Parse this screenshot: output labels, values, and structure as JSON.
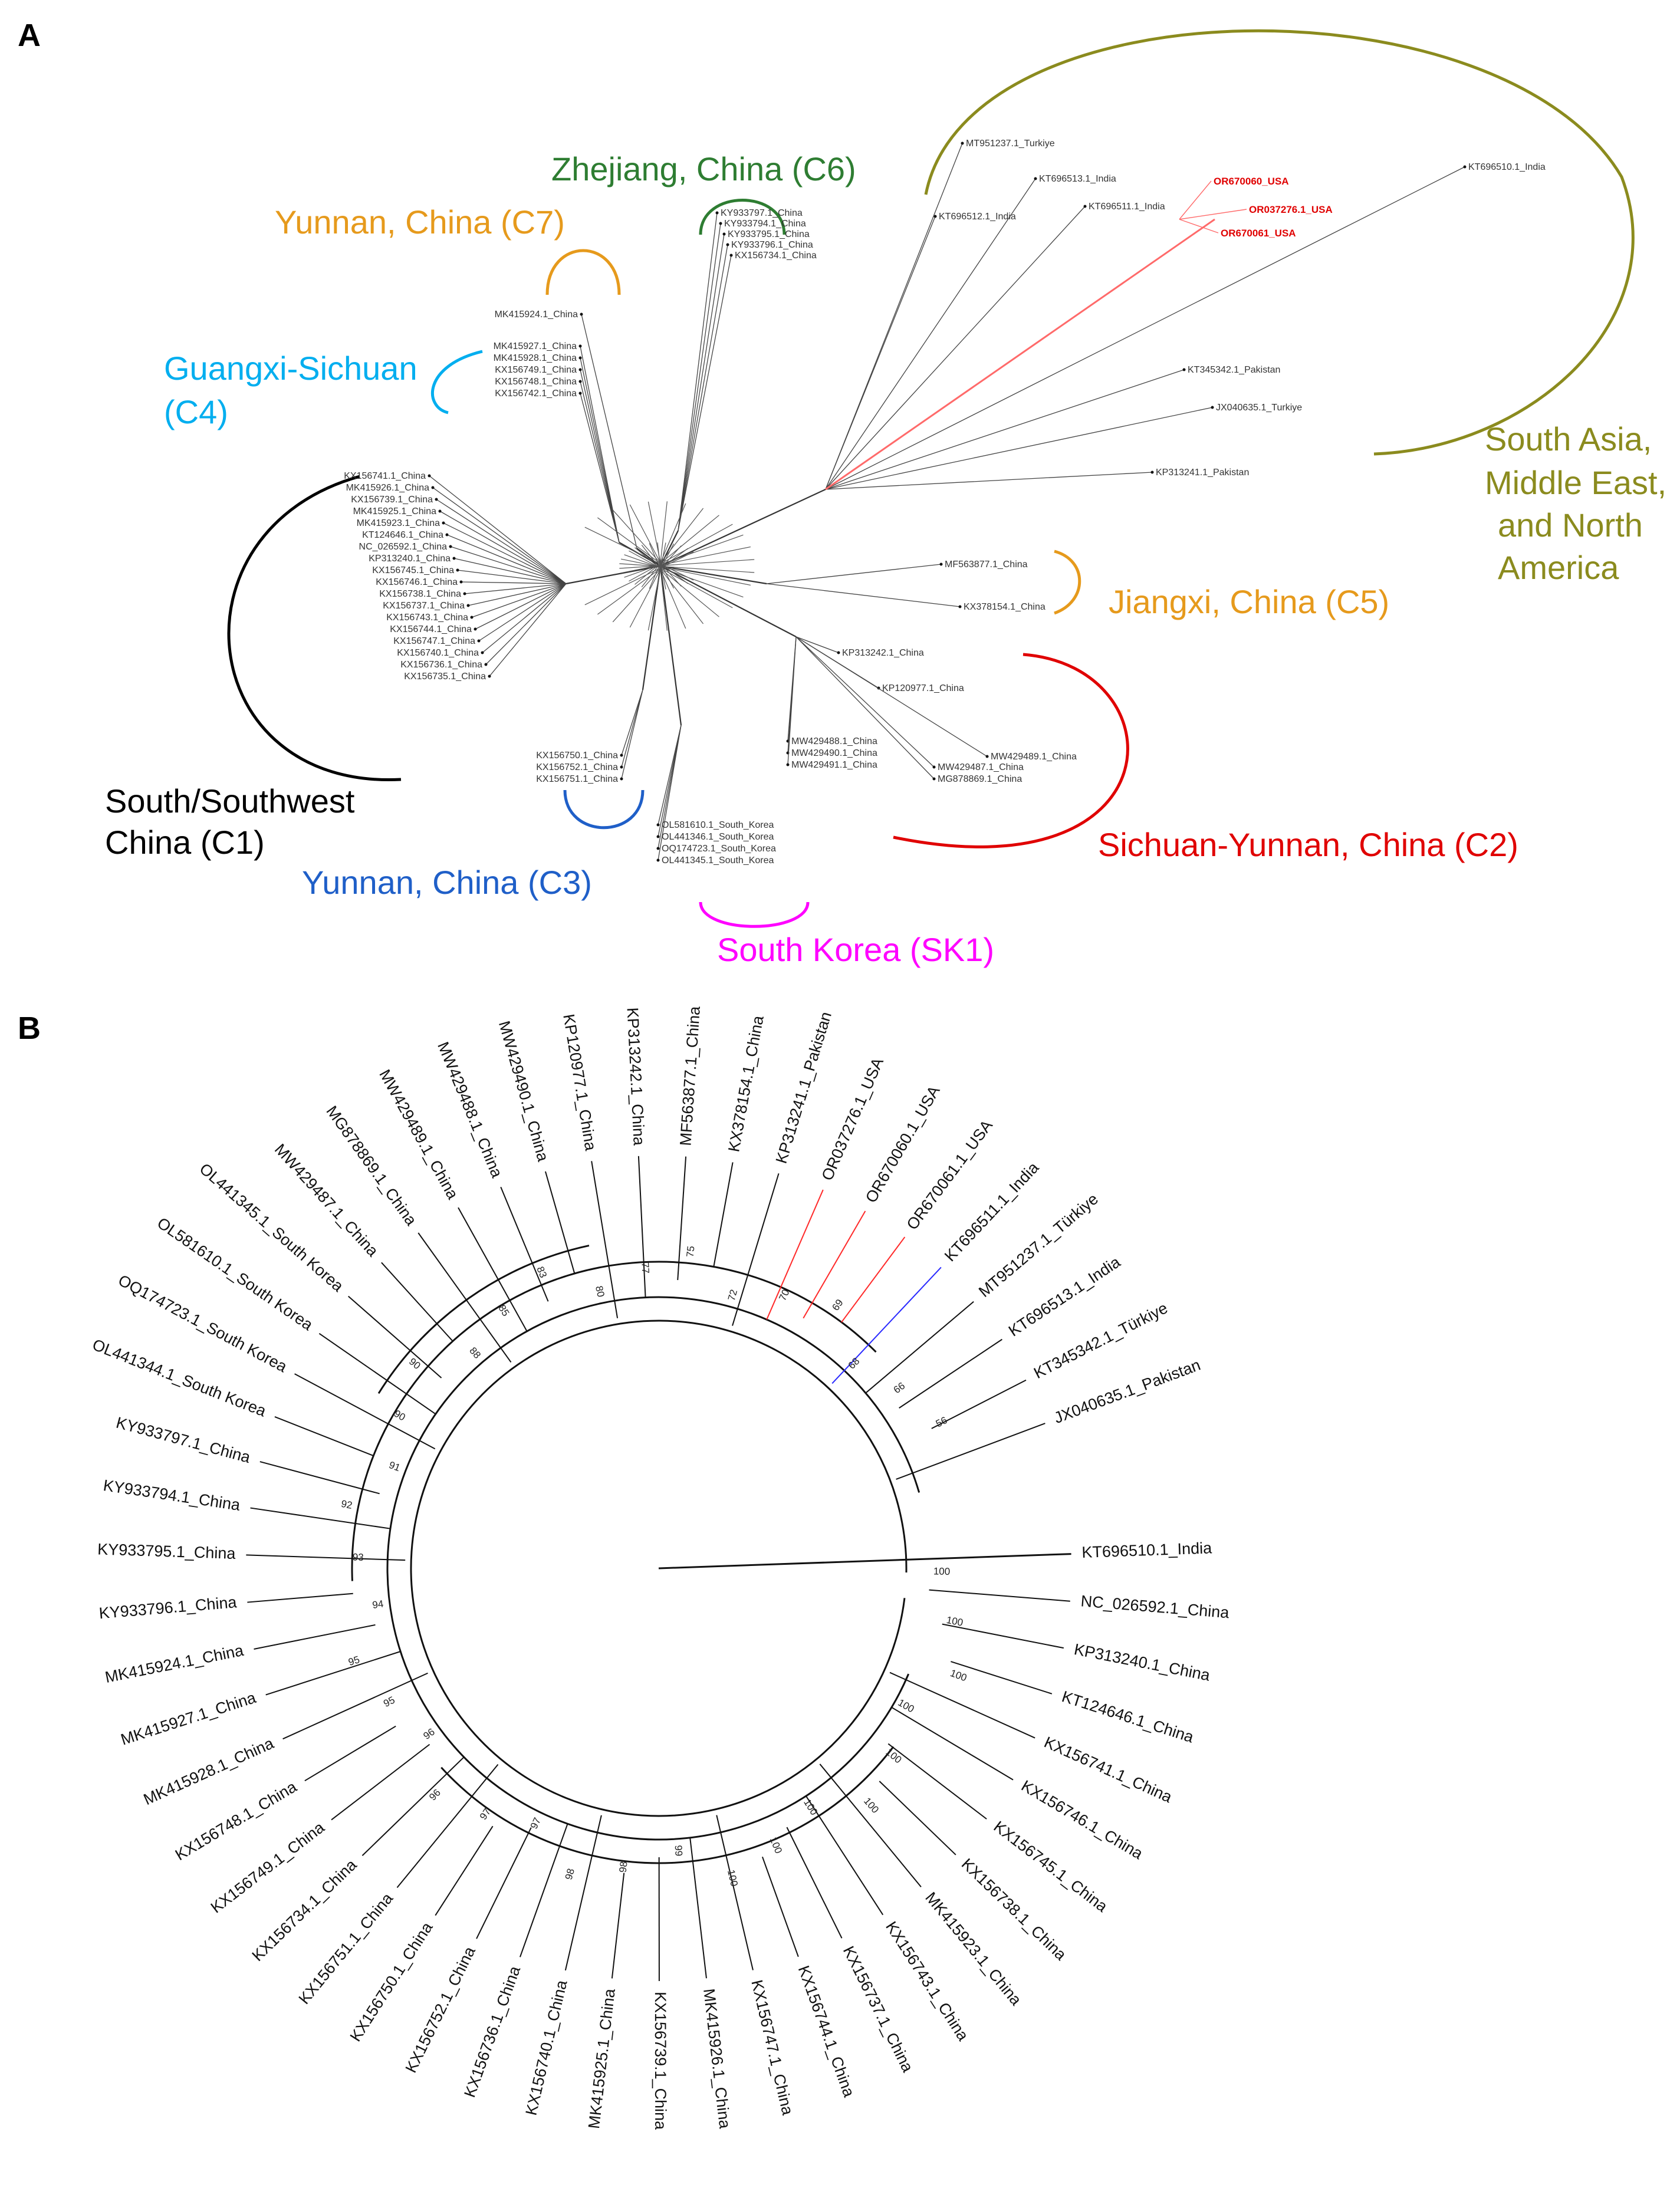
{
  "panels": {
    "a": {
      "letter": "A",
      "groups": [
        {
          "id": "c1",
          "label_lines": [
            "South/Southwest",
            "China (C1)"
          ],
          "color": "#000000",
          "tips": [
            "KX156741.1_China",
            "MK415926.1_China",
            "KX156739.1_China",
            "MK415925.1_China",
            "MK415923.1_China",
            "KT124646.1_China",
            "NC_026592.1_China",
            "KP313240.1_China",
            "KX156745.1_China",
            "KX156746.1_China",
            "KX156738.1_China",
            "KX156737.1_China",
            "KX156743.1_China",
            "KX156744.1_China",
            "KX156747.1_China",
            "KX156740.1_China",
            "KX156736.1_China",
            "KX156735.1_China"
          ]
        },
        {
          "id": "c3",
          "label_lines": [
            "Yunnan, China (C3)"
          ],
          "color": "#1f5fc8",
          "tips": [
            "KX156750.1_China",
            "KX156752.1_China",
            "KX156751.1_China"
          ]
        },
        {
          "id": "sk1",
          "label_lines": [
            "South Korea (SK1)"
          ],
          "color": "#ff00ff",
          "tips": [
            "OL581610.1_South_Korea",
            "OL441346.1_South_Korea",
            "OQ174723.1_South_Korea",
            "OL441345.1_South_Korea"
          ]
        },
        {
          "id": "c2",
          "label_lines": [
            "Sichuan-Yunnan, China (C2)"
          ],
          "color": "#e00000",
          "tips": [
            "KP313242.1_China",
            "KP120977.1_China",
            "MW429488.1_China",
            "MW429490.1_China",
            "MW429491.1_China",
            "MW429489.1_China",
            "MW429487.1_China",
            "MG878869.1_China"
          ]
        },
        {
          "id": "c5",
          "label_lines": [
            "Jiangxi, China (C5)"
          ],
          "color": "#e69a1c",
          "tips": [
            "MF563877.1_China",
            "KX378154.1_China"
          ]
        },
        {
          "id": "c4",
          "label_lines": [
            "Guangxi-Sichuan",
            "(C4)"
          ],
          "color": "#00aeef",
          "tips": [
            "MK415927.1_China",
            "MK415928.1_China",
            "KX156749.1_China",
            "KX156748.1_China",
            "KX156742.1_China"
          ]
        },
        {
          "id": "c7",
          "label_lines": [
            "Yunnan, China (C7)"
          ],
          "color": "#e69a1c",
          "tips": [
            "MK415924.1_China"
          ]
        },
        {
          "id": "c6",
          "label_lines": [
            "Zhejiang, China (C6)"
          ],
          "color": "#2e7d32",
          "tips": [
            "KY933797.1_China",
            "KY933794.1_China",
            "KY933795.1_China",
            "KY933796.1_China",
            "KX156734.1_China"
          ]
        },
        {
          "id": "sa",
          "label_lines": [
            "South Asia,",
            "Middle East,",
            "and North",
            "America"
          ],
          "color": "#8b8b1e",
          "tips": [
            "KT696512.1_India",
            "MT951237.1_Turkiye",
            "KT696513.1_India",
            "KT696511.1_India",
            "KT696510.1_India",
            "KT345342.1_Pakistan",
            "JX040635.1_Turkiye",
            "KP313241.1_Pakistan"
          ]
        }
      ],
      "highlight_tips": [
        "OR670060_USA",
        "OR037276.1_USA",
        "OR670061_USA"
      ],
      "highlight_color": "#e00000"
    },
    "b": {
      "letter": "B",
      "leaves": [
        {
          "name": "KT696510.1_India",
          "color": "#111111"
        },
        {
          "name": "NC_026592.1_China",
          "color": "#111111"
        },
        {
          "name": "KP313240.1_China",
          "color": "#111111"
        },
        {
          "name": "KT124646.1_China",
          "color": "#111111"
        },
        {
          "name": "KX156741.1_China",
          "color": "#111111"
        },
        {
          "name": "KX156746.1_China",
          "color": "#111111"
        },
        {
          "name": "KX156745.1_China",
          "color": "#111111"
        },
        {
          "name": "KX156738.1_China",
          "color": "#111111"
        },
        {
          "name": "MK415923.1_China",
          "color": "#111111"
        },
        {
          "name": "KX156743.1_China",
          "color": "#111111"
        },
        {
          "name": "KX156737.1_China",
          "color": "#111111"
        },
        {
          "name": "KX156744.1_China",
          "color": "#111111"
        },
        {
          "name": "KX156747.1_China",
          "color": "#111111"
        },
        {
          "name": "MK415926.1_China",
          "color": "#111111"
        },
        {
          "name": "KX156739.1_China",
          "color": "#111111"
        },
        {
          "name": "MK415925.1_China",
          "color": "#111111"
        },
        {
          "name": "KX156740.1_China",
          "color": "#111111"
        },
        {
          "name": "KX156736.1_China",
          "color": "#111111"
        },
        {
          "name": "KX156752.1_China",
          "color": "#111111"
        },
        {
          "name": "KX156750.1_China",
          "color": "#111111"
        },
        {
          "name": "KX156751.1_China",
          "color": "#111111"
        },
        {
          "name": "KX156734.1_China",
          "color": "#111111"
        },
        {
          "name": "KX156749.1_China",
          "color": "#111111"
        },
        {
          "name": "KX156748.1_China",
          "color": "#111111"
        },
        {
          "name": "MK415928.1_China",
          "color": "#111111"
        },
        {
          "name": "MK415927.1_China",
          "color": "#111111"
        },
        {
          "name": "MK415924.1_China",
          "color": "#111111"
        },
        {
          "name": "KY933796.1_China",
          "color": "#111111"
        },
        {
          "name": "KY933795.1_China",
          "color": "#111111"
        },
        {
          "name": "KY933794.1_China",
          "color": "#111111"
        },
        {
          "name": "KY933797.1_China",
          "color": "#111111"
        },
        {
          "name": "OL441344.1_South Korea",
          "color": "#111111"
        },
        {
          "name": "OQ174723.1_South Korea",
          "color": "#111111"
        },
        {
          "name": "OL581610.1_South Korea",
          "color": "#111111"
        },
        {
          "name": "OL441345.1_South Korea",
          "color": "#111111"
        },
        {
          "name": "MW429487.1_China",
          "color": "#111111"
        },
        {
          "name": "MG878869.1_China",
          "color": "#111111"
        },
        {
          "name": "MW429489.1_China",
          "color": "#111111"
        },
        {
          "name": "MW429488.1_China",
          "color": "#111111"
        },
        {
          "name": "MW429490.1_China",
          "color": "#111111"
        },
        {
          "name": "KP120977.1_China",
          "color": "#111111"
        },
        {
          "name": "KP313242.1_China",
          "color": "#111111"
        },
        {
          "name": "MF563877.1_China",
          "color": "#111111"
        },
        {
          "name": "KX378154.1_China",
          "color": "#111111"
        },
        {
          "name": "KP313241.1_Pakistan",
          "color": "#111111"
        },
        {
          "name": "OR037276.1_USA",
          "color": "#ff2a2a"
        },
        {
          "name": "OR670060.1_USA",
          "color": "#ff2a2a"
        },
        {
          "name": "OR670061.1_USA",
          "color": "#ff2a2a"
        },
        {
          "name": "KT696511.1_India",
          "color": "#2a2aff"
        },
        {
          "name": "MT951237.1_Türkiye",
          "color": "#111111"
        },
        {
          "name": "KT696513.1_India",
          "color": "#111111"
        },
        {
          "name": "KT345342.1_Türkiye",
          "color": "#111111"
        },
        {
          "name": "JX040635.1_Pakistan",
          "color": "#111111"
        }
      ],
      "bootstrap": [
        "100",
        "100",
        "100",
        "100",
        "100",
        "100",
        "100",
        "100",
        "100",
        "99",
        "98",
        "98",
        "97",
        "97",
        "96",
        "96",
        "95",
        "95",
        "94",
        "93",
        "92",
        "91",
        "90",
        "90",
        "88",
        "85",
        "83",
        "80",
        "77",
        "75",
        "72",
        "70",
        "69",
        "68",
        "66",
        "56"
      ]
    }
  }
}
